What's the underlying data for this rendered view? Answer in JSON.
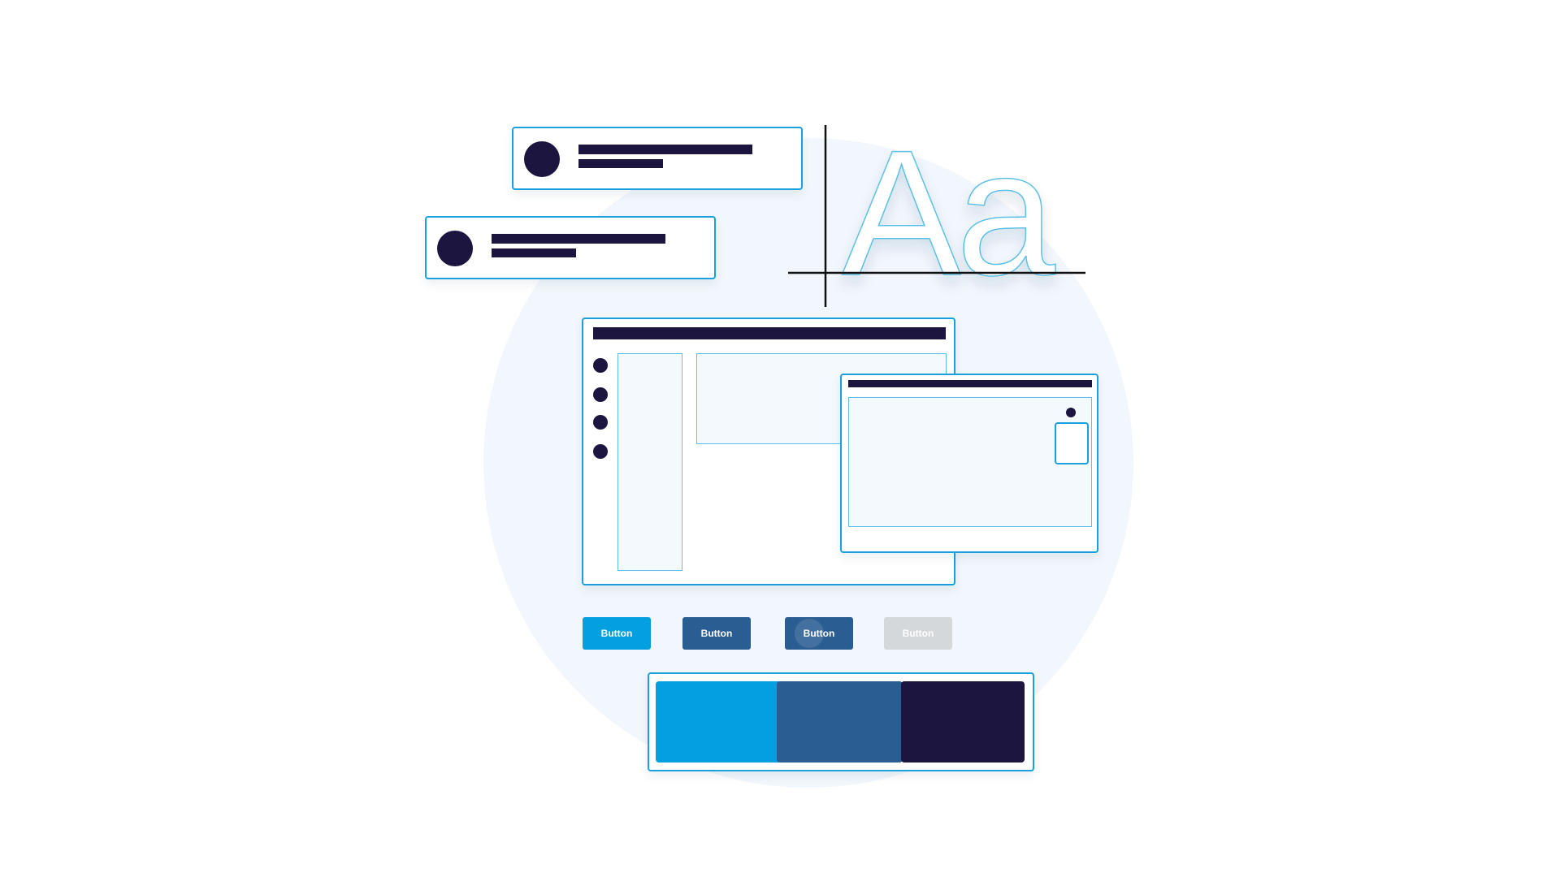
{
  "buttons": {
    "primary_label": "Button",
    "secondary_label": "Button",
    "pressed_label": "Button",
    "disabled_label": "Button"
  },
  "typography": {
    "sample": "Aa"
  },
  "colors": {
    "primary": "#049fdf",
    "secondary": "#2a5d91",
    "pressed": "#2a5d91",
    "disabled": "#d5d8db",
    "dark": "#1b1540",
    "accent_border": "#1aa0dc"
  },
  "palette": {
    "swatches": [
      "#049fdf",
      "#2a5d91",
      "#1b1540"
    ]
  }
}
